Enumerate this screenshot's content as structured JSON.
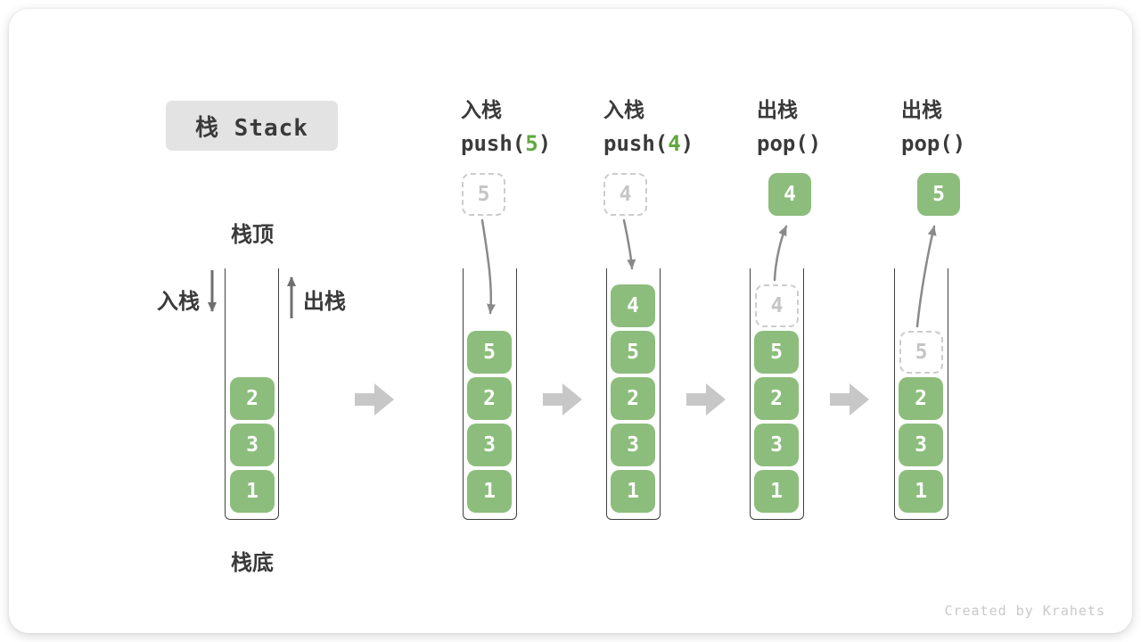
{
  "title": {
    "label": "栈 Stack"
  },
  "legend": {
    "stack_top": "栈顶",
    "stack_bottom": "栈底",
    "push_side": "入栈",
    "pop_side": "出栈"
  },
  "columns": [
    {
      "op": "入栈",
      "call": {
        "prefix": "push(",
        "arg": "5",
        "suffix": ")"
      },
      "float": {
        "value": "5",
        "style": "ghost"
      }
    },
    {
      "op": "入栈",
      "call": {
        "prefix": "push(",
        "arg": "4",
        "suffix": ")"
      },
      "float": {
        "value": "4",
        "style": "ghost"
      }
    },
    {
      "op": "出栈",
      "call": {
        "prefix": "pop(",
        "arg": "",
        "suffix": ")"
      },
      "float": {
        "value": "4",
        "style": "solid"
      }
    },
    {
      "op": "出栈",
      "call": {
        "prefix": "pop(",
        "arg": "",
        "suffix": ")"
      },
      "float": {
        "value": "5",
        "style": "solid"
      }
    }
  ],
  "stacks": [
    {
      "ghost": null,
      "cells": [
        "2",
        "3",
        "1"
      ]
    },
    {
      "ghost": null,
      "cells": [
        "5",
        "2",
        "3",
        "1"
      ]
    },
    {
      "ghost": null,
      "cells": [
        "4",
        "5",
        "2",
        "3",
        "1"
      ]
    },
    {
      "ghost": "4",
      "cells": [
        "5",
        "2",
        "3",
        "1"
      ]
    },
    {
      "ghost": "5",
      "cells": [
        "2",
        "3",
        "1"
      ]
    }
  ],
  "watermark": "Created by Krahets",
  "colors": {
    "cell_green": "#8CBD7C",
    "code_arg_green": "#5FA83F",
    "label_dark": "#3A3A3A",
    "badge_bg": "#E3E3E3",
    "ghost_gray": "#C5C5C5",
    "thin_arrow_gray": "#7E7E7E",
    "block_arrow_gray": "#C7C7C7",
    "watermark_gray": "#C9C9C9"
  }
}
